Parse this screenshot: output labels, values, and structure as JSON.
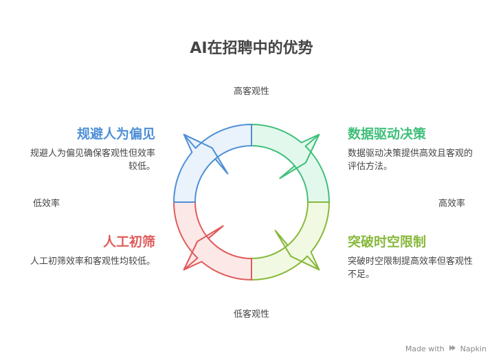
{
  "title": "AI在招聘中的优势",
  "axes": {
    "top": "高客观性",
    "bottom": "低客观性",
    "left": "低效率",
    "right": "高效率"
  },
  "quadrants": {
    "top_left": {
      "title": "规避人为偏见",
      "desc": "规避人为偏见确保客观性但效率较低。",
      "color": "#4e8fd6",
      "fill": "#eaf2fc"
    },
    "top_right": {
      "title": "数据驱动决策",
      "desc": "数据驱动决策提供高效且客观的评估方法。",
      "color": "#3fbf7a",
      "fill": "#e3f8ec"
    },
    "bottom_left": {
      "title": "人工初筛",
      "desc": "人工初筛效率和客观性均较低。",
      "color": "#e05a5a",
      "fill": "#fde8e8"
    },
    "bottom_right": {
      "title": "突破时空限制",
      "desc": "突破时空限制提高效率但客观性不足。",
      "color": "#86b83a",
      "fill": "#f1f9e2"
    }
  },
  "footer": {
    "made_with": "Made with",
    "brand": "Napkin"
  }
}
